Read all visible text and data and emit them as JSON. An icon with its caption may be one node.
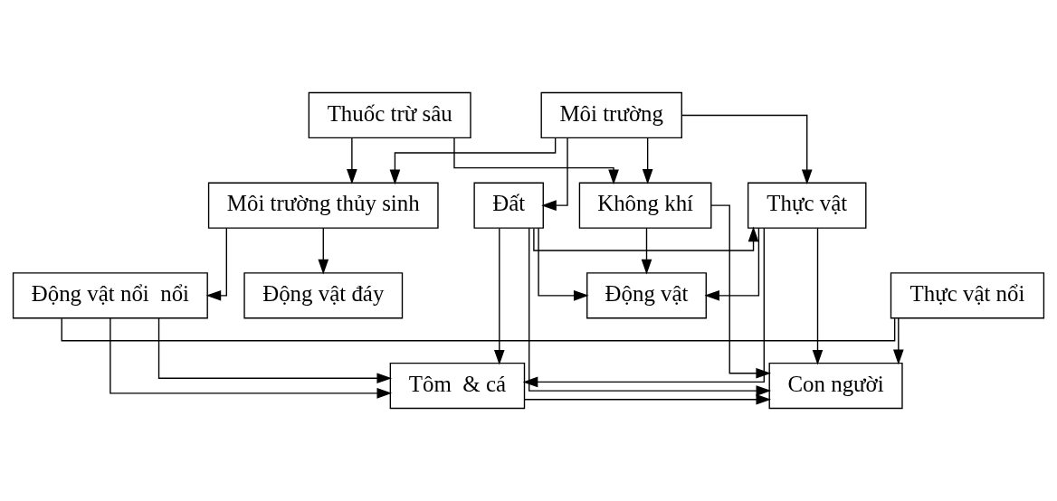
{
  "diagram": {
    "nodes": [
      {
        "text": [
          "Thuốc trừ sâu"
        ]
      },
      {
        "text": [
          "Môi trường"
        ]
      },
      {
        "text": [
          "Không khí"
        ]
      },
      {
        "text": [
          "Đất"
        ]
      },
      {
        "text": [
          "Thực vật"
        ]
      },
      {
        "text": [
          "Môi trường thủy sinh"
        ]
      },
      {
        "text": [
          "Động vật"
        ]
      },
      {
        "text": [
          "Thực vật nổi"
        ]
      },
      {
        "text": [
          "Động vật nổi  nổi"
        ]
      },
      {
        "text": [
          "Động vật đáy"
        ]
      },
      {
        "text": [
          "Con người"
        ]
      },
      {
        "text": [
          "Tôm  & cá"
        ]
      }
    ],
    "edges": [
      {
        "from": 0,
        "to": 2,
        "arrow": "to"
      },
      {
        "from": 0,
        "to": 5,
        "arrow": "to"
      },
      {
        "from": 1,
        "to": 2,
        "arrow": "to"
      },
      {
        "from": 1,
        "to": 5,
        "arrow": "to"
      },
      {
        "from": 1,
        "to": 3,
        "arrow": "to"
      },
      {
        "from": 1,
        "to": 4,
        "arrow": "to"
      },
      {
        "from": 3,
        "to": 4,
        "arrow": "to"
      },
      {
        "from": 2,
        "to": 6,
        "arrow": "to"
      },
      {
        "from": 2,
        "to": 10,
        "arrow": "to"
      },
      {
        "from": 3,
        "to": 6,
        "arrow": "to"
      },
      {
        "from": 3,
        "to": 10,
        "arrow": "to"
      },
      {
        "from": 3,
        "to": 11,
        "arrow": "to"
      },
      {
        "from": 4,
        "to": 6,
        "arrow": "to"
      },
      {
        "from": 4,
        "to": 10,
        "arrow": "to"
      },
      {
        "from": 4,
        "to": 11,
        "arrow": "to"
      },
      {
        "from": 5,
        "to": 8,
        "arrow": "to"
      },
      {
        "from": 5,
        "to": 9,
        "arrow": "to"
      },
      {
        "from": 7,
        "to": 8,
        "arrow": "none"
      },
      {
        "from": 7,
        "to": 10,
        "arrow": "to"
      },
      {
        "from": 8,
        "to": 11,
        "arrow": "to"
      },
      {
        "from": 8,
        "to": 11,
        "arrow": "to"
      },
      {
        "from": 11,
        "to": 10,
        "arrow": "to"
      }
    ]
  }
}
